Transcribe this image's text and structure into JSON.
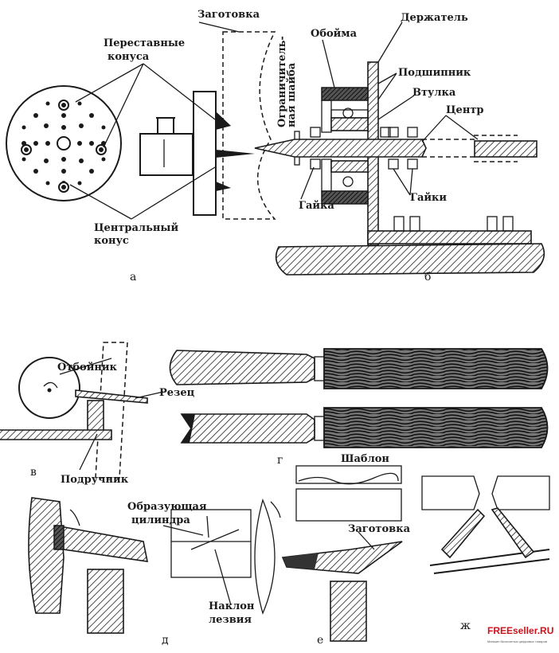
{
  "panel_a": {
    "letter": "а",
    "workpiece": "Заготовка",
    "movable_cones": [
      "Переставные",
      "конуса"
    ],
    "central_cone": [
      "Центральный",
      "конус"
    ]
  },
  "panel_b": {
    "letter": "б",
    "holder": "Держатель",
    "cage": "Обойма",
    "limit_washer": [
      "Ограничитель-",
      "ная шайба"
    ],
    "bearing": "Подшипник",
    "bushing": "Втулка",
    "center": "Центр",
    "nut": "Гайка",
    "nuts": "Гайки"
  },
  "panel_v": {
    "letter": "в",
    "deflector": "Отбойник",
    "cutter": "Резец",
    "tool_rest": "Подручник"
  },
  "panel_g": {
    "letter": "г"
  },
  "panel_d": {
    "letter": "д",
    "generatrix": [
      "Образующая",
      "цилиндра"
    ],
    "blade_tilt": [
      "Наклон",
      "лезвия"
    ]
  },
  "panel_e": {
    "letter": "е",
    "template": "Шаблон",
    "workpiece": "Заготовка"
  },
  "panel_zh": {
    "letter": "ж"
  },
  "watermark": {
    "brand": "FREEseller.RU",
    "tagline": "Магазин бесплатных цифровых товаров"
  }
}
